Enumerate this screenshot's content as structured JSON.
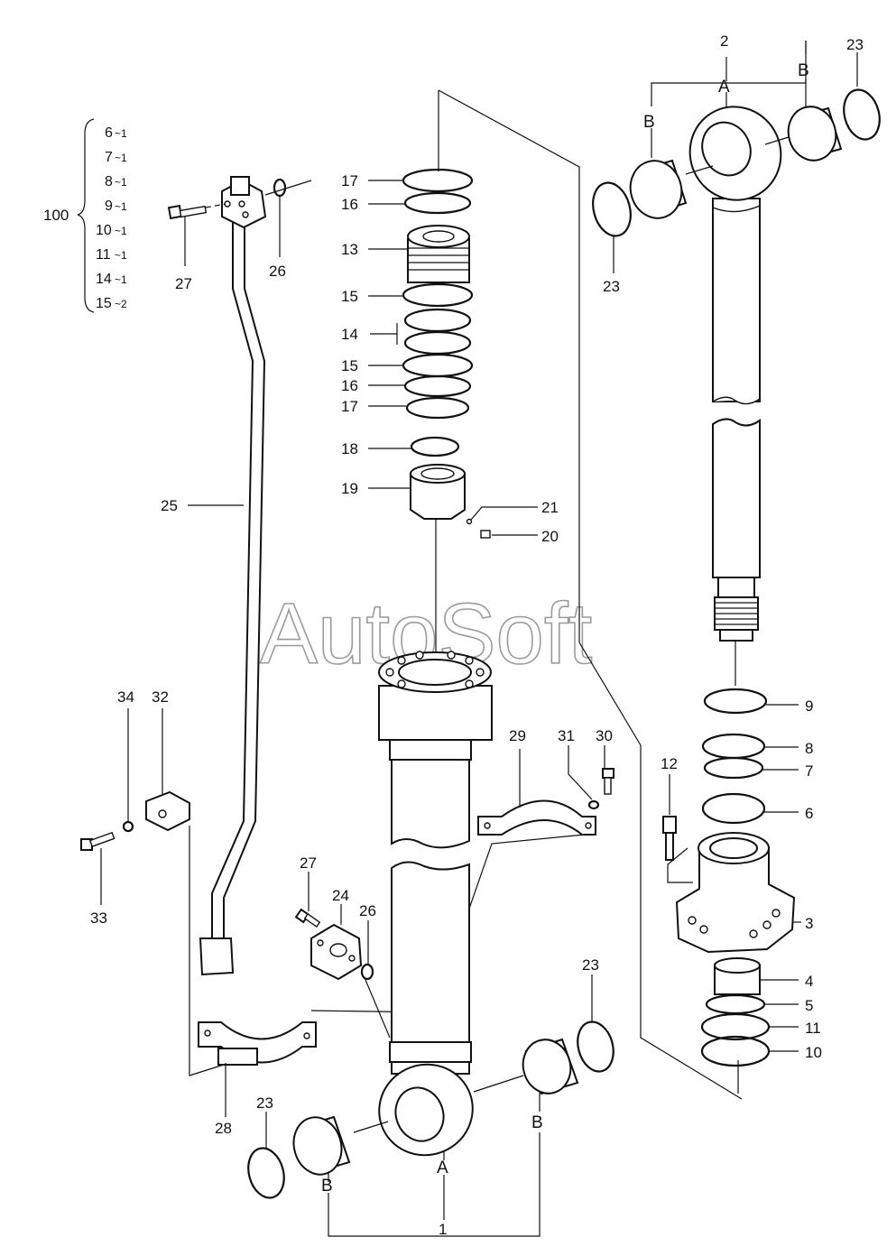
{
  "diagram": {
    "watermark": "AutoSoft",
    "kit": {
      "number": "100",
      "items": [
        {
          "part": "6",
          "qty": "~1"
        },
        {
          "part": "7",
          "qty": "~1"
        },
        {
          "part": "8",
          "qty": "~1"
        },
        {
          "part": "9",
          "qty": "~1"
        },
        {
          "part": "10",
          "qty": "~1"
        },
        {
          "part": "11",
          "qty": "~1"
        },
        {
          "part": "14",
          "qty": "~1"
        },
        {
          "part": "15",
          "qty": "~2"
        }
      ]
    },
    "callouts": {
      "top_2": "2",
      "top_a": "A",
      "top_b_left": "B",
      "top_b_right": "B",
      "top_23_right": "23",
      "top_23_left": "23",
      "p17_top": "17",
      "p16_top": "16",
      "p13": "13",
      "p15_top": "15",
      "p14": "14",
      "p15_bot": "15",
      "p16_bot": "16",
      "p17_bot": "17",
      "p18": "18",
      "p19": "19",
      "p21": "21",
      "p20": "20",
      "p27_top": "27",
      "p26_top": "26",
      "p25": "25",
      "p9": "9",
      "p8": "8",
      "p7": "7",
      "p6": "6",
      "p12": "12",
      "p3": "3",
      "p4": "4",
      "p5": "5",
      "p11": "11",
      "p10": "10",
      "p34": "34",
      "p32": "32",
      "p33": "33",
      "p29": "29",
      "p31": "31",
      "p30": "30",
      "p27_bot": "27",
      "p24": "24",
      "p26_bot": "26",
      "p23_mid": "23",
      "p28": "28",
      "p23_bot": "23",
      "bot_a": "A",
      "bot_b_left": "B",
      "bot_b_right": "B",
      "bot_1": "1"
    }
  }
}
